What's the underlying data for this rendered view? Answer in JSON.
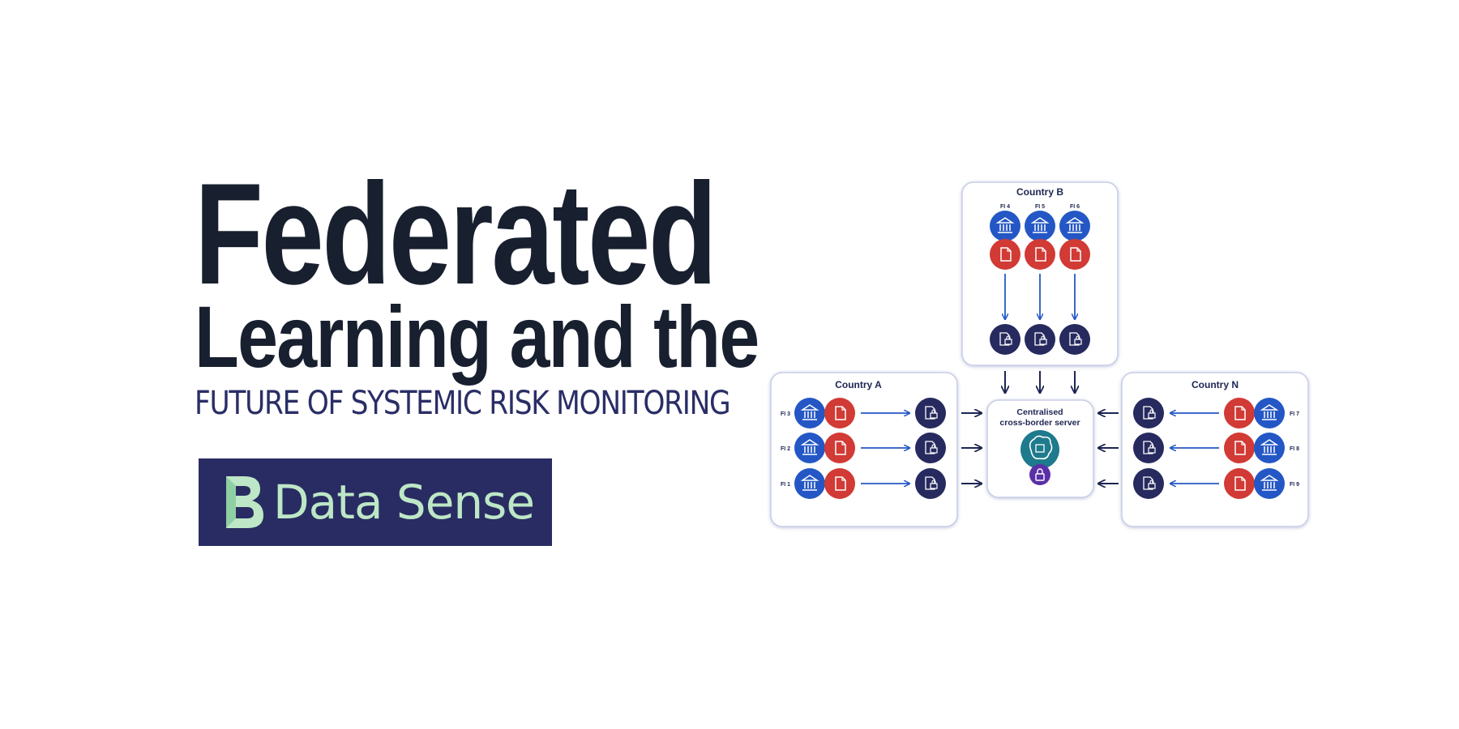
{
  "headline": {
    "line1": "Federated",
    "line2": "Learning and the",
    "subtitle": "FUTURE OF SYSTEMIC RISK MONITORING"
  },
  "logo": {
    "text": "Data Sense",
    "bg_color": "#292c62",
    "text_color": "#bde7c6"
  },
  "diagram": {
    "country_b": {
      "title": "Country B",
      "fis": [
        "FI 4",
        "FI 5",
        "FI 6"
      ]
    },
    "country_a": {
      "title": "Country A",
      "fis": [
        "FI 3",
        "FI 2",
        "FI 1"
      ]
    },
    "country_n": {
      "title": "Country N",
      "fis": [
        "FI 7",
        "FI 8",
        "FI 9"
      ]
    },
    "server": {
      "line1": "Centralised",
      "line2": "cross-border server"
    },
    "colors": {
      "bank": "#2457c5",
      "document": "#d13a35",
      "secured": "#262a5e",
      "server": "#1e7a8c",
      "lock": "#5b2fa8",
      "arrow": "#2457c5"
    },
    "icons": {
      "bank": "bank-icon",
      "document": "document-icon",
      "secured": "locked-document-icon",
      "server": "brain-icon",
      "lock": "lock-icon"
    }
  }
}
